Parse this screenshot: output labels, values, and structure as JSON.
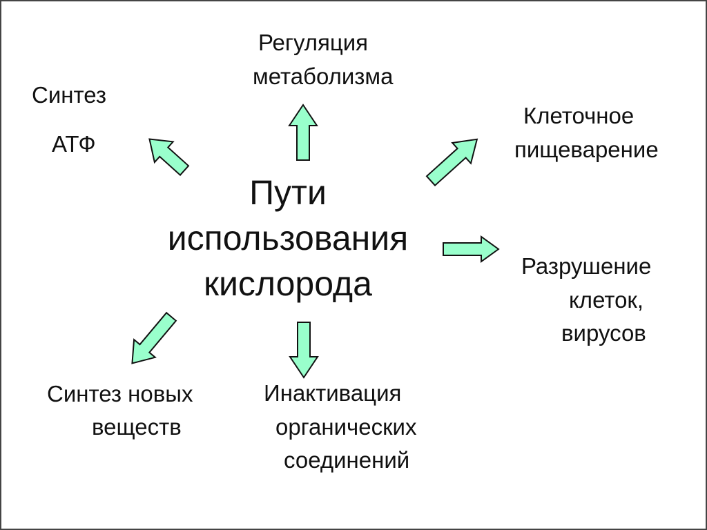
{
  "center": {
    "line1": "Пути",
    "line2": "использования",
    "line3": "кислорода"
  },
  "nodes": {
    "atp": {
      "line1": "Синтез",
      "line2": "АТФ"
    },
    "regulation": {
      "line1": "Регуляция",
      "line2": "метаболизма"
    },
    "digestion": {
      "line1": "Клеточное",
      "line2": "пищеварение"
    },
    "destruction": {
      "line1": "Разрушение",
      "line2": "клеток,",
      "line3": "вирусов"
    },
    "new_substances": {
      "line1": "Синтез новых",
      "line2": "веществ"
    },
    "inactivation": {
      "line1": "Инактивация",
      "line2": "органических",
      "line3": "соединений"
    }
  },
  "colors": {
    "arrow_fill": "#99FFCC",
    "arrow_stroke": "#111111",
    "border": "#444444"
  }
}
